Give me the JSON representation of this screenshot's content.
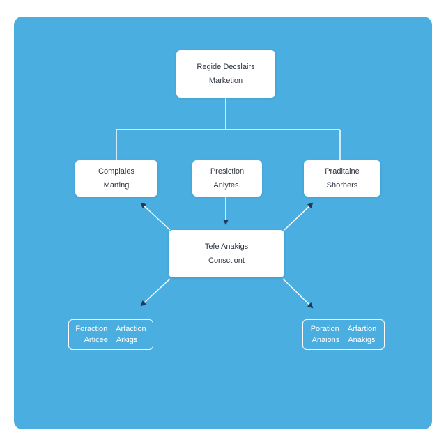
{
  "colors": {
    "background": "#4aaee0",
    "node_fill": "#ffffff",
    "node_text": "#2b3340",
    "connector": "#ffffff",
    "arrow_head": "#1f3a5c"
  },
  "diagram": {
    "root": {
      "line1": "Regide Decslairs",
      "line2": "Marketion"
    },
    "branches": [
      {
        "line1": "Complaies",
        "line2": "Marting"
      },
      {
        "line1": "Presiction",
        "line2": "Anlytes."
      },
      {
        "line1": "Praditaine",
        "line2": "Shorhers"
      }
    ],
    "center": {
      "line1": "Tefe Anakigs",
      "line2": "Consctiont"
    },
    "leaves": [
      {
        "row1": [
          "Foraction",
          "Arfaction"
        ],
        "row2": [
          "Articee",
          "Arkigs"
        ]
      },
      {
        "row1": [
          "Poration",
          "Arfartion"
        ],
        "row2": [
          "Anaions",
          "Anakigs"
        ]
      }
    ]
  }
}
